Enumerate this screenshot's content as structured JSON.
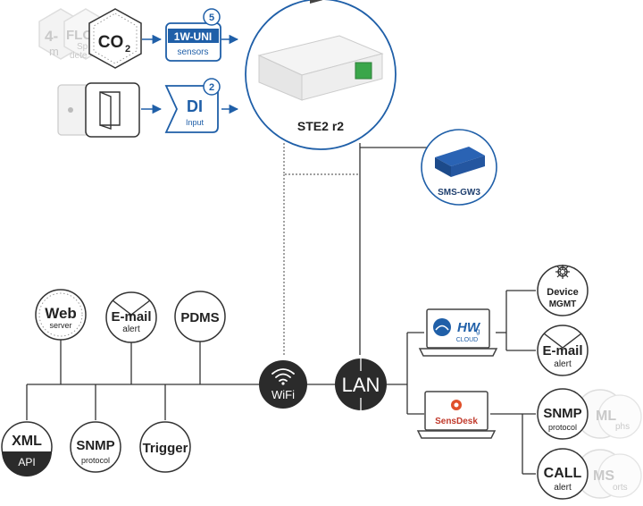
{
  "sensors": {
    "ghost_left": "4-",
    "ghost_left2": "m",
    "ghost_flo": "FLO",
    "ghost_sp": "Sp",
    "ghost_dete": "dete",
    "co2": "CO",
    "co2_sub": "2",
    "onewire_label": "1W-UNI",
    "onewire_sub": "sensors",
    "onewire_count": "5",
    "di_label": "DI",
    "di_sub": "Input",
    "di_count": "2"
  },
  "device": {
    "name": "STE2 r2"
  },
  "gateway": {
    "name": "SMS-GW3"
  },
  "hubs": {
    "wifi": "WiFi",
    "lan": "LAN"
  },
  "services_top": [
    {
      "title": "Web",
      "sub": "server"
    },
    {
      "title": "E-mail",
      "sub": "alert"
    },
    {
      "title": "PDMS",
      "sub": ""
    }
  ],
  "services_bottom": [
    {
      "title": "XML",
      "sub": "API"
    },
    {
      "title": "SNMP",
      "sub": "protocol"
    },
    {
      "title": "Trigger",
      "sub": ""
    }
  ],
  "cloud": {
    "hwg": "HW",
    "hwg_sub": "g",
    "cloud_text": "CLOUD",
    "sensdesk": "SensDesk"
  },
  "right_services": [
    {
      "title": "Device",
      "sub": "MGMT"
    },
    {
      "title": "E-mail",
      "sub": "alert"
    },
    {
      "title": "SNMP",
      "sub": "protocol"
    },
    {
      "title": "CALL",
      "sub": "alert"
    }
  ],
  "right_ghosts": {
    "g1": "ML",
    "g2": "phs",
    "g3": "MS",
    "g4": "orts"
  },
  "colors": {
    "accent_blue": "#1f5fa8",
    "line": "#333333",
    "dark": "#2b2b2b",
    "ghost": "#c9c9c9"
  }
}
